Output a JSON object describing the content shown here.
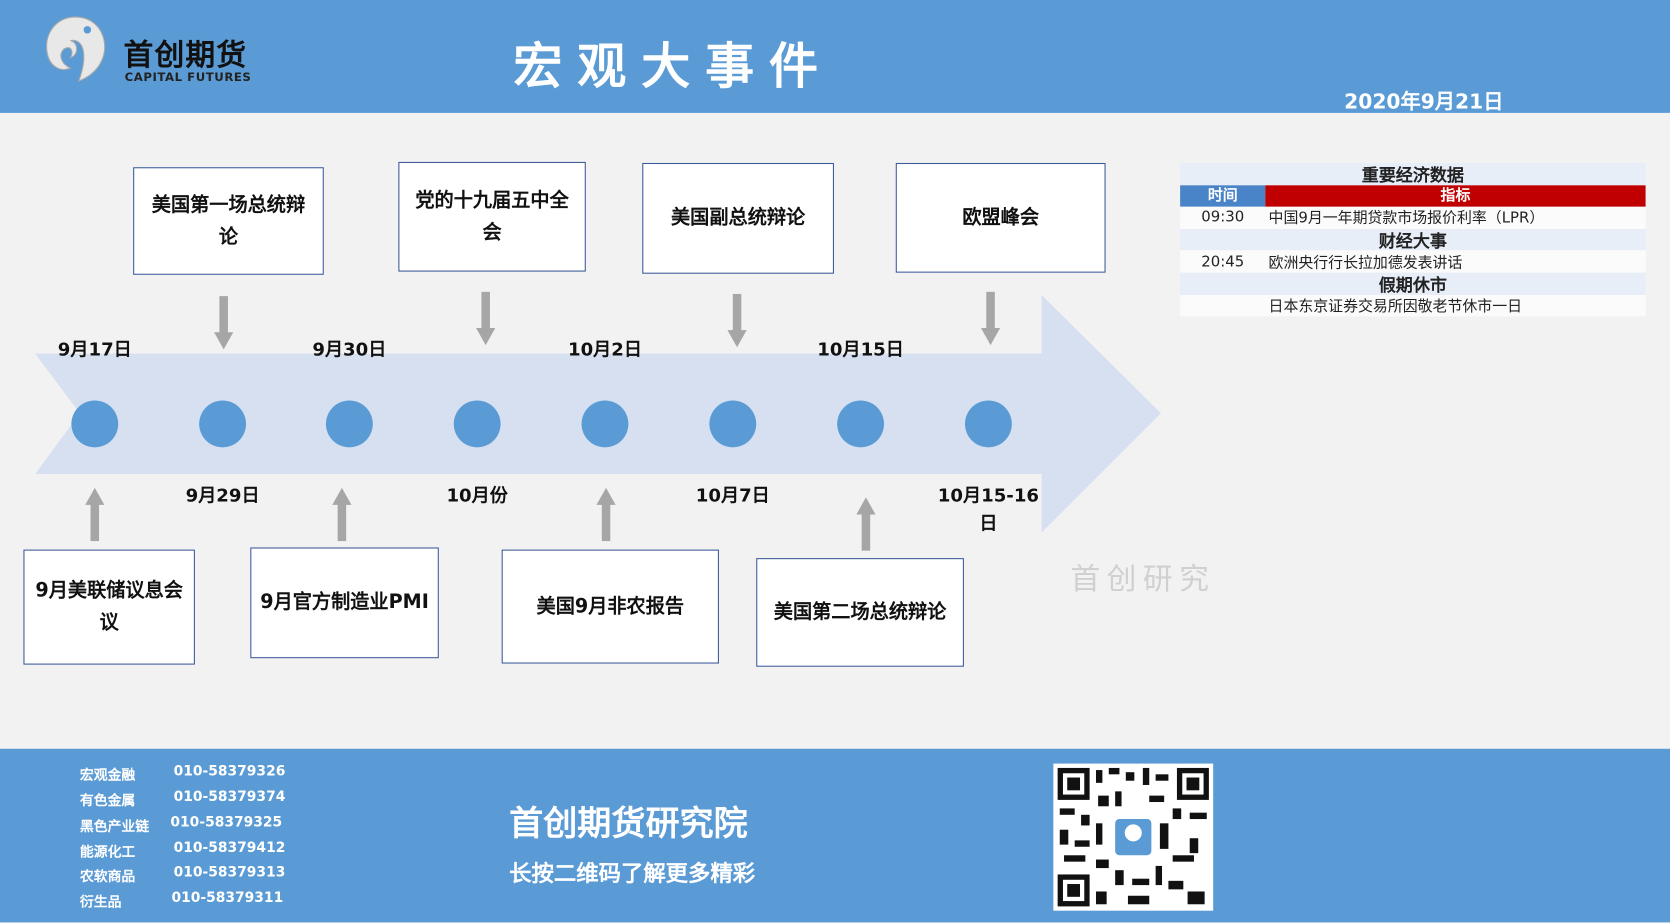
{
  "header": {
    "logo_cn": "首创期货",
    "logo_en": "CAPITAL FUTURES",
    "title": "宏观大事件",
    "date": "2020年9月21日"
  },
  "timeline": {
    "dates_above": [
      "9月17日",
      "9月30日",
      "10月2日",
      "10月15日"
    ],
    "dates_below": [
      "9月29日",
      "10月份",
      "10月7日",
      "10月15-16日"
    ],
    "top_events": [
      "美国第一场总统辩论",
      "党的十九届五中全会",
      "美国副总统辩论",
      "欧盟峰会"
    ],
    "bottom_events": [
      "9月美联储议息会议",
      "9月官方制造业PMI",
      "美国9月非农报告",
      "美国第二场总统辩论"
    ]
  },
  "watermark": "首创研究",
  "table": {
    "title": "重要经济数据",
    "col_time": "时间",
    "col_indicator": "指标",
    "rows": [
      {
        "time": "09:30",
        "indicator": "中国9月一年期贷款市场报价利率（LPR）"
      }
    ],
    "section2": "财经大事",
    "rows2": [
      {
        "time": "20:45",
        "indicator": "欧洲央行行长拉加德发表讲话"
      }
    ],
    "section3": "假期休市",
    "rows3": [
      {
        "time": "",
        "indicator": "日本东京证券交易所因敬老节休市一日"
      }
    ]
  },
  "footer": {
    "contacts": [
      {
        "dept": "宏观金融",
        "phone": "010-58379326"
      },
      {
        "dept": "有色金属",
        "phone": "010-58379374"
      },
      {
        "dept": "黑色产业链",
        "phone": "010-58379325"
      },
      {
        "dept": "能源化工",
        "phone": "010-58379412"
      },
      {
        "dept": "农软商品",
        "phone": "010-58379313"
      },
      {
        "dept": "衍生品",
        "phone": "010-58379311"
      }
    ],
    "title": "首创期货研究院",
    "subtitle": "长按二维码了解更多精彩"
  }
}
